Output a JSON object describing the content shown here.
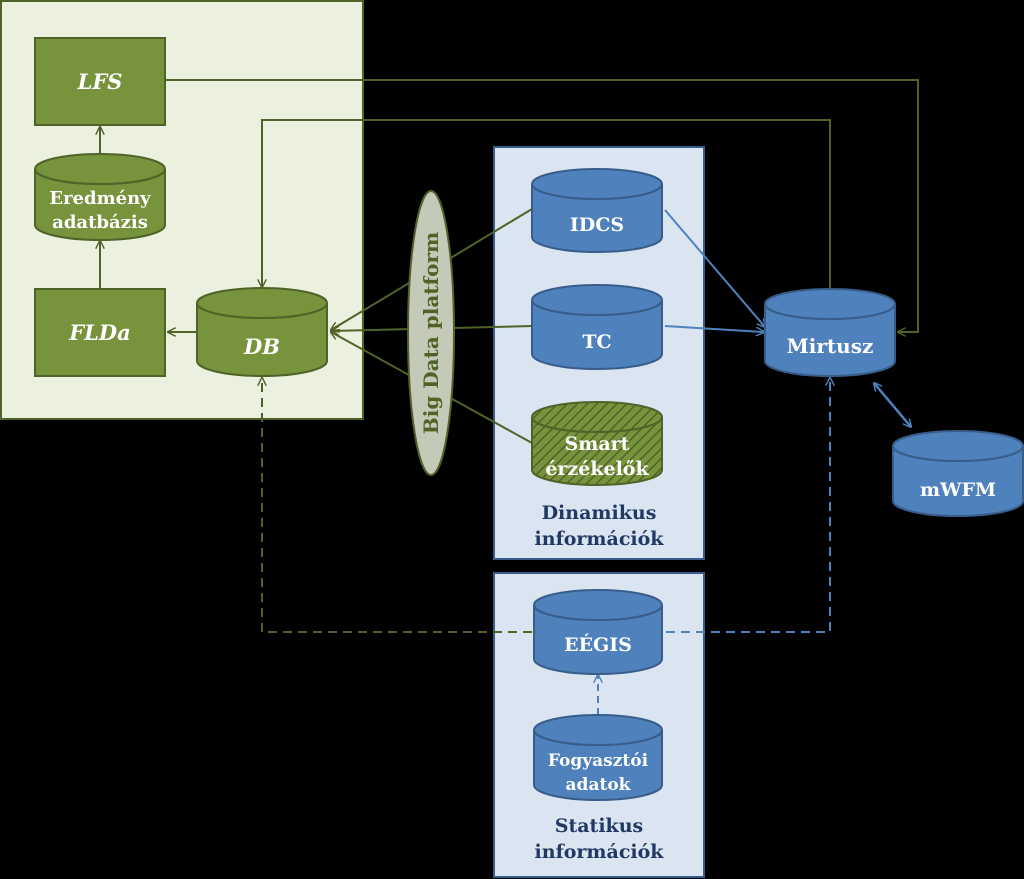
{
  "colors": {
    "background": "#000000",
    "green_fill": "#77933c",
    "green_stroke": "#4f6228",
    "green_panel": "#ebf1de",
    "blue_fill": "#4f81bd",
    "blue_stroke": "#385d8a",
    "blue_panel": "#dbe5f1",
    "dark_text": "#1f3864",
    "platform_fill": "#c4c9b8"
  },
  "nodes": {
    "lfs": "LFS",
    "eredmeny_line1": "Eredmény",
    "eredmeny_line2": "adatbázis",
    "flda": "FLDa",
    "db": "DB",
    "big_data": "Big Data platform",
    "idcs": "IDCS",
    "tc": "TC",
    "smart_line1": "Smart",
    "smart_line2": "érzékelők",
    "mirtusz": "Mirtusz",
    "mwfm": "mWFM",
    "egis": "EÉGIS",
    "fogy_line1": "Fogyasztói",
    "fogy_line2": "adatok"
  },
  "panels": {
    "dinamikus_line1": "Dinamikus",
    "dinamikus_line2": "információk",
    "statikus_line1": "Statikus",
    "statikus_line2": "információk"
  }
}
